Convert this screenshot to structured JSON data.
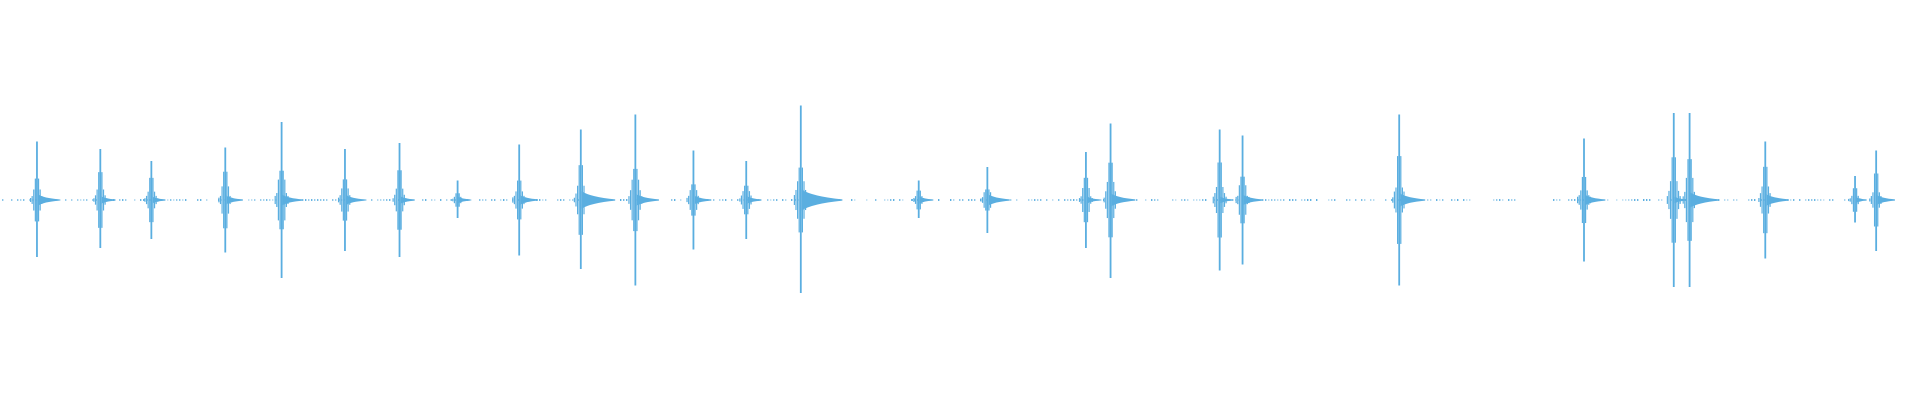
{
  "waveform": {
    "color": "#5aaee0",
    "background": "#ffffff",
    "baseline_noise": "dotted",
    "transients": [
      {
        "t": 0.021,
        "up": 0.39,
        "down": 0.38,
        "tail": 0.12
      },
      {
        "t": 0.057,
        "up": 0.34,
        "down": 0.32,
        "tail": 0.06
      },
      {
        "t": 0.086,
        "up": 0.26,
        "down": 0.26,
        "tail": 0.05
      },
      {
        "t": 0.128,
        "up": 0.35,
        "down": 0.35,
        "tail": 0.08
      },
      {
        "t": 0.16,
        "up": 0.52,
        "down": 0.52,
        "tail": 0.11
      },
      {
        "t": 0.196,
        "up": 0.34,
        "down": 0.34,
        "tail": 0.1
      },
      {
        "t": 0.227,
        "up": 0.38,
        "down": 0.38,
        "tail": 0.06
      },
      {
        "t": 0.26,
        "up": 0.13,
        "down": 0.12,
        "tail": 0.04
      },
      {
        "t": 0.295,
        "up": 0.37,
        "down": 0.37,
        "tail": 0.09
      },
      {
        "t": 0.33,
        "up": 0.47,
        "down": 0.46,
        "tail": 0.22
      },
      {
        "t": 0.361,
        "up": 0.57,
        "down": 0.57,
        "tail": 0.13
      },
      {
        "t": 0.394,
        "up": 0.33,
        "down": 0.33,
        "tail": 0.08
      },
      {
        "t": 0.424,
        "up": 0.26,
        "down": 0.26,
        "tail": 0.06
      },
      {
        "t": 0.455,
        "up": 0.63,
        "down": 0.62,
        "tail": 0.28
      },
      {
        "t": 0.522,
        "up": 0.13,
        "down": 0.12,
        "tail": 0.05
      },
      {
        "t": 0.561,
        "up": 0.22,
        "down": 0.22,
        "tail": 0.12
      },
      {
        "t": 0.617,
        "up": 0.32,
        "down": 0.32,
        "tail": 0.05
      },
      {
        "t": 0.631,
        "up": 0.51,
        "down": 0.52,
        "tail": 0.14
      },
      {
        "t": 0.693,
        "up": 0.47,
        "down": 0.47,
        "tail": 0.04
      },
      {
        "t": 0.706,
        "up": 0.43,
        "down": 0.43,
        "tail": 0.1
      },
      {
        "t": 0.795,
        "up": 0.57,
        "down": 0.57,
        "tail": 0.15
      },
      {
        "t": 0.9,
        "up": 0.41,
        "down": 0.41,
        "tail": 0.11
      },
      {
        "t": 0.951,
        "up": 0.58,
        "down": 0.58,
        "tail": 0.04
      },
      {
        "t": 0.96,
        "up": 0.58,
        "down": 0.58,
        "tail": 0.18
      },
      {
        "t": 1.003,
        "up": 0.39,
        "down": 0.39,
        "tail": 0.13
      },
      {
        "t": 1.054,
        "up": 0.16,
        "down": 0.15,
        "tail": 0.03
      },
      {
        "t": 1.066,
        "up": 0.33,
        "down": 0.34,
        "tail": 0.09
      }
    ],
    "noise_gaps": [
      [
        0.835,
        0.845
      ],
      [
        0.862,
        0.88
      ]
    ]
  }
}
